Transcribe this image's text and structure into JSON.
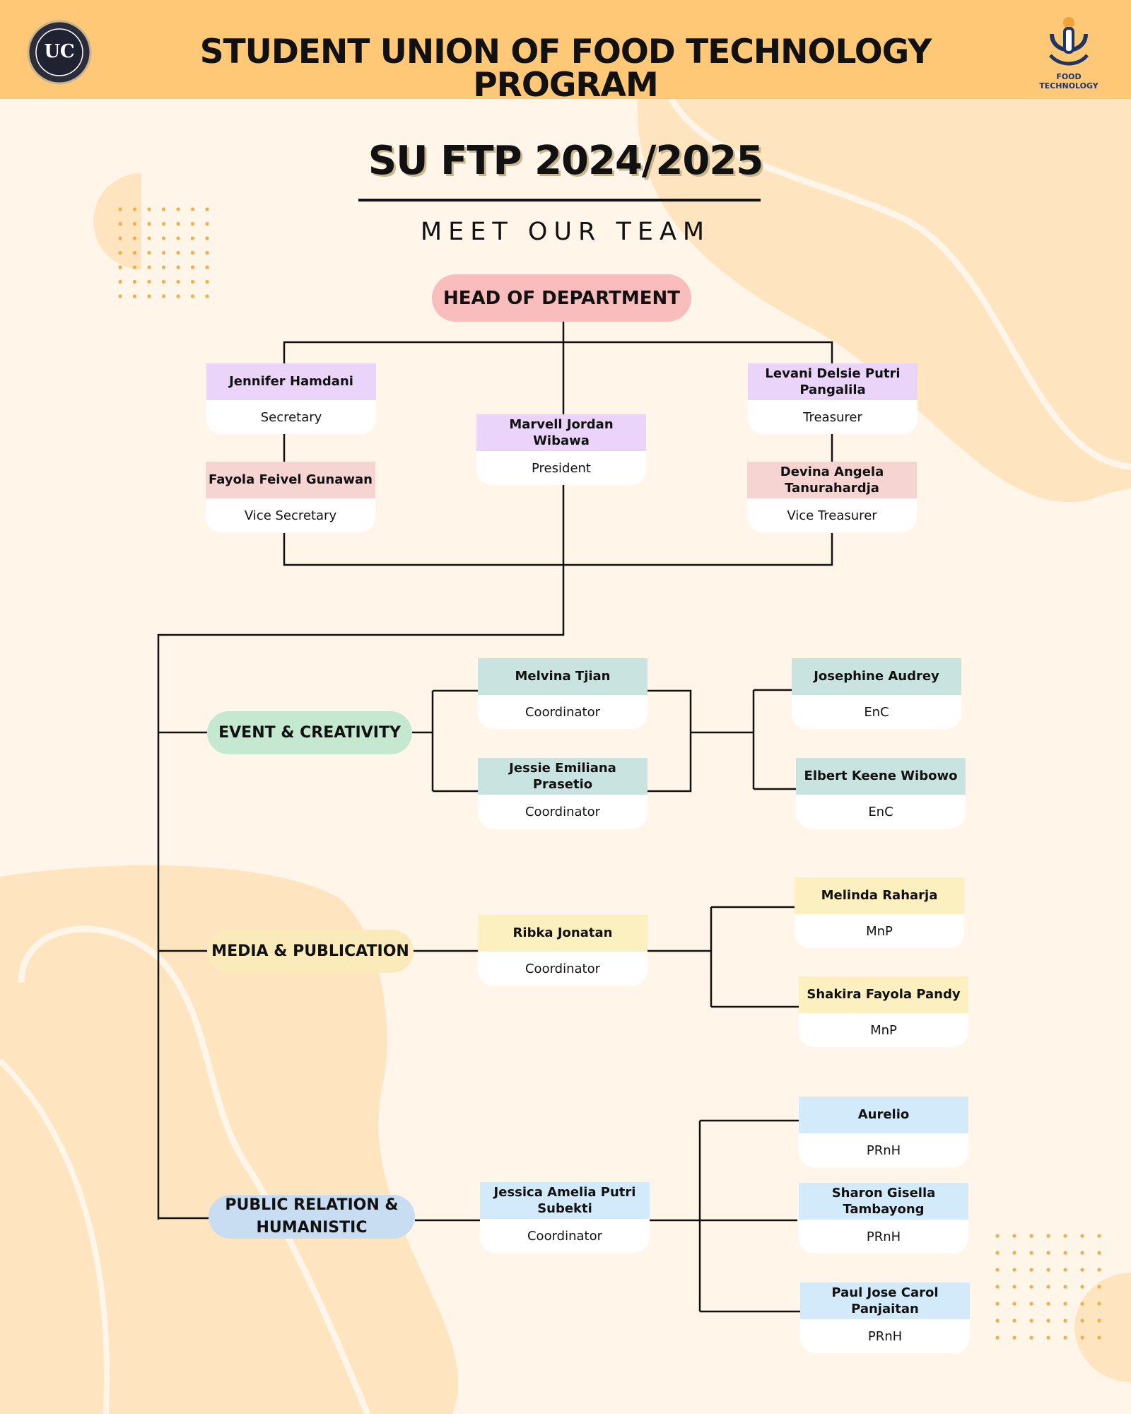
{
  "header": {
    "title": "STUDENT UNION OF FOOD TECHNOLOGY PROGRAM",
    "logo_left_text": "UC",
    "logo_right_text": "FOOD TECHNOLOGY"
  },
  "main": {
    "title": "SU FTP 2024/2025",
    "subtitle": "MEET OUR TEAM"
  },
  "head": {
    "label": "HEAD OF DEPARTMENT"
  },
  "leadership": [
    {
      "name": "Jennifer Hamdani",
      "role": "Secretary"
    },
    {
      "name": "Fayola Feivel Gunawan",
      "role": "Vice Secretary"
    },
    {
      "name": "Marvell Jordan Wibawa",
      "role": "President"
    },
    {
      "name": "Levani Delsie Putri Pangalila",
      "role": "Treasurer"
    },
    {
      "name": "Devina Angela Tanurahardja",
      "role": "Vice Treasurer"
    }
  ],
  "divisions": [
    {
      "label": "EVENT & CREATIVITY",
      "coordinators": [
        {
          "name": "Melvina Tjian",
          "role": "Coordinator"
        },
        {
          "name": "Jessie Emiliana Prasetio",
          "role": "Coordinator"
        }
      ],
      "members": [
        {
          "name": "Josephine Audrey",
          "role": "EnC"
        },
        {
          "name": "Elbert Keene Wibowo",
          "role": "EnC"
        }
      ]
    },
    {
      "label": "MEDIA & PUBLICATION",
      "coordinators": [
        {
          "name": "Ribka Jonatan",
          "role": "Coordinator"
        }
      ],
      "members": [
        {
          "name": "Melinda Raharja",
          "role": "MnP"
        },
        {
          "name": "Shakira Fayola Pandy",
          "role": "MnP"
        }
      ]
    },
    {
      "label": "PUBLIC RELATION  & HUMANISTIC",
      "coordinators": [
        {
          "name": "Jessica Amelia Putri Subekti",
          "role": "Coordinator"
        }
      ],
      "members": [
        {
          "name": "Aurelio",
          "role": "PRnH"
        },
        {
          "name": "Sharon Gisella Tambayong",
          "role": "PRnH"
        },
        {
          "name": "Paul Jose Carol Panjaitan",
          "role": "PRnH"
        }
      ]
    }
  ],
  "colors": {
    "header": "#FFC877",
    "background": "#FFF6E9",
    "blob": "#FFE5BF",
    "dots": "#F2AE4E",
    "head_pill": "#F9BDBD",
    "lavender": "#EAD4FA",
    "rose": "#F5D4D2",
    "mint": "#C9E4E0",
    "green_pill": "#C4E9D0",
    "butter": "#FDF0C0",
    "yellow_pill": "#FBEBBB",
    "sky": "#D3EAFB",
    "blue_pill": "#C8DCF2"
  }
}
